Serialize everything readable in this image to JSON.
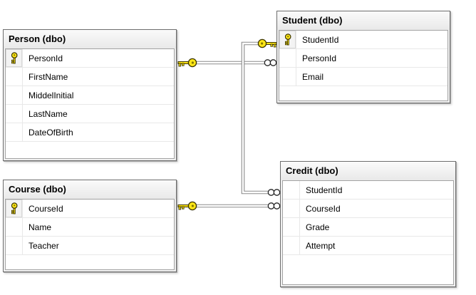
{
  "diagram": {
    "tables": [
      {
        "name": "Person (dbo)",
        "columns": [
          {
            "name": "PersonId",
            "primary_key": true
          },
          {
            "name": "FirstName",
            "primary_key": false
          },
          {
            "name": "MiddelInitial",
            "primary_key": false
          },
          {
            "name": "LastName",
            "primary_key": false
          },
          {
            "name": "DateOfBirth",
            "primary_key": false
          }
        ]
      },
      {
        "name": "Student (dbo)",
        "columns": [
          {
            "name": "StudentId",
            "primary_key": true
          },
          {
            "name": "PersonId",
            "primary_key": false
          },
          {
            "name": "Email",
            "primary_key": false
          }
        ]
      },
      {
        "name": "Course (dbo)",
        "columns": [
          {
            "name": "CourseId",
            "primary_key": true
          },
          {
            "name": "Name",
            "primary_key": false
          },
          {
            "name": "Teacher",
            "primary_key": false
          }
        ]
      },
      {
        "name": "Credit (dbo)",
        "columns": [
          {
            "name": "StudentId",
            "primary_key": false
          },
          {
            "name": "CourseId",
            "primary_key": false
          },
          {
            "name": "Grade",
            "primary_key": false
          },
          {
            "name": "Attempt",
            "primary_key": false
          }
        ]
      }
    ],
    "relationships": [
      {
        "primary_table": "Person (dbo)",
        "foreign_table": "Student (dbo)",
        "primary_end_symbol": "key",
        "foreign_end_symbol": "infinity"
      },
      {
        "primary_table": "Student (dbo)",
        "foreign_table": "Credit (dbo)",
        "primary_end_symbol": "key",
        "foreign_end_symbol": "infinity"
      },
      {
        "primary_table": "Course (dbo)",
        "foreign_table": "Credit (dbo)",
        "primary_end_symbol": "key",
        "foreign_end_symbol": "infinity"
      }
    ],
    "colors": {
      "background": "#ffffff",
      "key_icon_fill": "#ffe617",
      "key_icon_outline": "#3a3400",
      "connector_line": "#8a8a8a",
      "window_border": "#6e6e6e",
      "grid_border": "#a3a3a3",
      "row_divider": "#e8e8e8",
      "header_background": "#eeeeee"
    }
  }
}
